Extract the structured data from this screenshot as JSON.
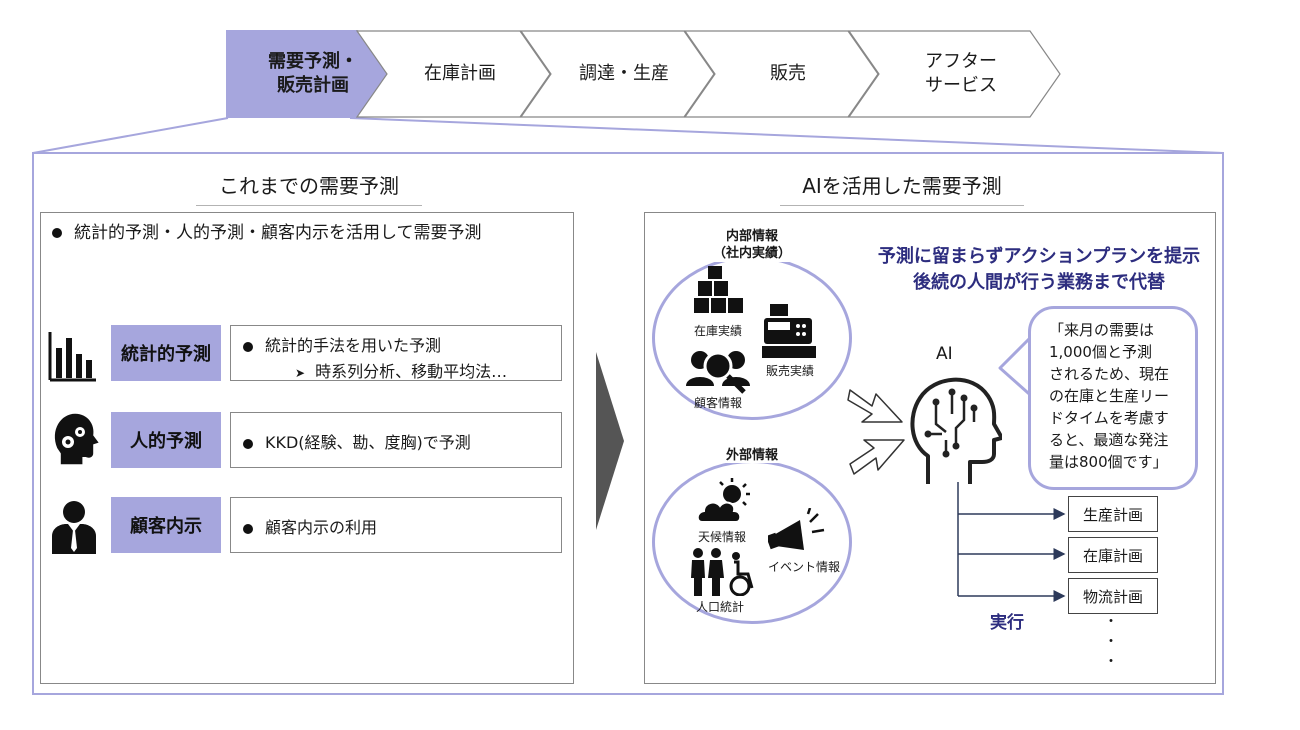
{
  "process_flow": [
    {
      "label": "需要予測・\n販売計画",
      "active": true
    },
    {
      "label": "在庫計画"
    },
    {
      "label": "調達・生産"
    },
    {
      "label": "販売"
    },
    {
      "label": "アフター\nサービス"
    }
  ],
  "left": {
    "title": "これまでの需要予測",
    "summary": "統計的予測・人的予測・顧客内示を活用して需要予測",
    "methods": [
      {
        "label": "統計的予測",
        "icon": "bar-chart-icon",
        "line1": "統計的手法を用いた予測",
        "sub": "時系列分析、移動平均法…"
      },
      {
        "label": "人的予測",
        "icon": "head-gears-icon",
        "line1": "KKD(経験、勘、度胸)で予測"
      },
      {
        "label": "顧客内示",
        "icon": "businessman-icon",
        "line1": "顧客内示の利用"
      }
    ]
  },
  "right": {
    "title": "AIを活用した需要予測",
    "internal": {
      "title": "内部情報",
      "subtitle": "（社内実績）",
      "items": [
        "在庫実績",
        "販売実績",
        "顧客情報"
      ]
    },
    "external": {
      "title": "外部情報",
      "items": [
        "天候情報",
        "イベント情報",
        "人口統計"
      ]
    },
    "headline": [
      "予測に留まらずアクションプランを提示",
      "後続の人間が行う業務まで代替"
    ],
    "ai_label": "AI",
    "speech": "「来月の需要は\n1,000個と予測\nされるため、現在\nの在庫と生産リー\nドタイムを考慮す\nると、最適な発注\n量は800個です」",
    "execute_label": "実行",
    "plans": [
      "生産計画",
      "在庫計画",
      "物流計画"
    ],
    "ellipsis": "・\n・\n・"
  },
  "colors": {
    "accent": "#a6a6dd",
    "navy": "#2d2d7f",
    "arrow_gray": "#555555"
  }
}
